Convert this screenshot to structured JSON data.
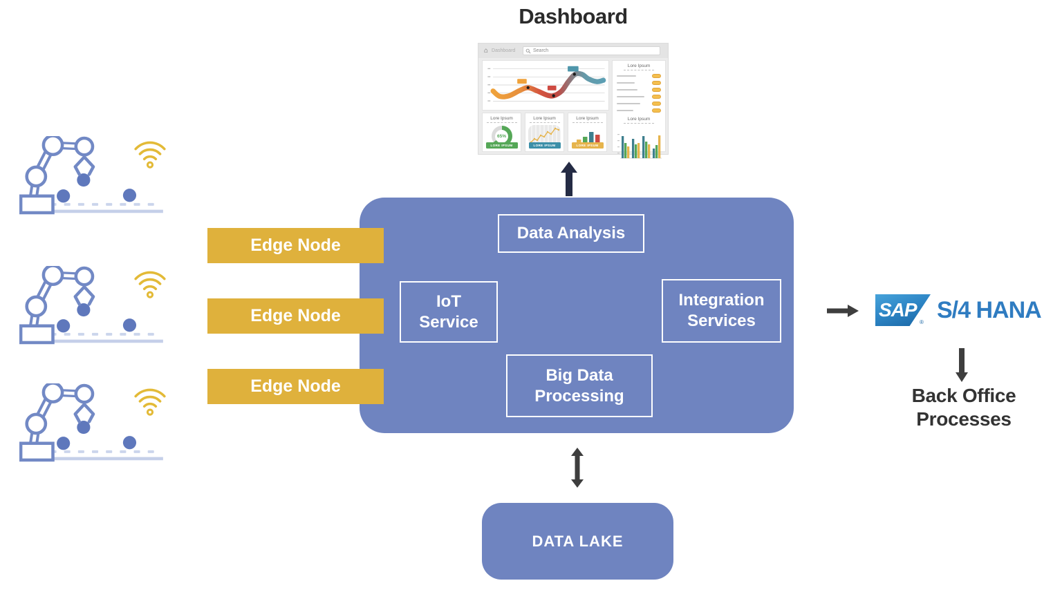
{
  "page": {
    "title": "Dashboard"
  },
  "diagram": {
    "edge_nodes": [
      {
        "label": "Edge Node"
      },
      {
        "label": "Edge Node"
      },
      {
        "label": "Edge Node"
      }
    ],
    "platform": {
      "data_analysis": "Data Analysis",
      "iot_lines": [
        "IoT",
        "Service"
      ],
      "integration_lines": [
        "Integration",
        "Services"
      ],
      "bigdata_lines": [
        "Big Data",
        "Processing"
      ]
    },
    "data_lake": {
      "label": "DATA LAKE"
    },
    "sap": {
      "logo_text": "SAP",
      "product_text": "S/4 HANA",
      "registered": "®"
    },
    "back_office": {
      "line1": "Back Office",
      "line2": "Processes"
    }
  },
  "dashboard_mock": {
    "nav_label": "Dashboard",
    "search_label": "Search",
    "right_panel": {
      "list_title": "Lore Ipsum",
      "chart_title": "Lore Ipsum",
      "list_rows": 6
    },
    "cards": [
      {
        "title": "Lore Ipsum",
        "value": "65%",
        "button": "LORE IPSUM"
      },
      {
        "title": "Lore Ipsum",
        "button": "LORE IPSUM"
      },
      {
        "title": "Lore Ipsum",
        "button": "LORE IPSUM"
      }
    ]
  },
  "colors": {
    "platform_blue": "#6F84C0",
    "edge_node_yellow": "#DFB13C",
    "arrow_dark": "#3E3E3E",
    "arrow_navy": "#242B44",
    "robot_blue": "#7289C5",
    "ball_blue": "#5F78BC",
    "conveyor_blue": "#C5CFE9",
    "wifi_yellow": "#E3BA37",
    "sap_blue": "#2F7CC1",
    "mock_orange": "#EFA23B",
    "mock_red": "#CE4A41",
    "mock_teal": "#4E96AB",
    "mock_tealdark": "#3E7F8E",
    "mock_green": "#55A757",
    "mock_yellow": "#E6B44C",
    "mock_btn_blue": "#3C8FA8",
    "mock_bar_red": "#CC4B42"
  },
  "chart_data": [
    {
      "type": "line",
      "name": "main-ribbon",
      "points": [
        [
          14,
          45
        ],
        [
          24,
          53
        ],
        [
          38,
          52
        ],
        [
          54,
          44
        ],
        [
          66,
          40
        ],
        [
          80,
          45
        ],
        [
          94,
          51
        ],
        [
          104,
          52
        ],
        [
          116,
          45
        ],
        [
          126,
          31
        ],
        [
          136,
          20
        ],
        [
          146,
          20
        ],
        [
          156,
          27
        ],
        [
          168,
          31
        ],
        [
          178,
          29
        ]
      ],
      "markers": [
        [
          66,
          40
        ],
        [
          104,
          52
        ],
        [
          135,
          20
        ]
      ],
      "gridlines_y": [
        12,
        24,
        36,
        48,
        60
      ],
      "gradient_stops": [
        [
          0,
          "#EFA23B"
        ],
        [
          25,
          "#E78F3D"
        ],
        [
          42,
          "#D4543F"
        ],
        [
          58,
          "#C04A44"
        ],
        [
          70,
          "#8C7B7F"
        ],
        [
          82,
          "#659AA9"
        ],
        [
          100,
          "#5C9FB4"
        ]
      ]
    },
    {
      "type": "bar",
      "name": "side-grouped-bars",
      "categories": [
        "g1",
        "g2",
        "g3",
        "g4"
      ],
      "series": [
        {
          "name": "teal",
          "color": "#3E7F8E",
          "values": [
            32,
            28,
            32,
            14
          ]
        },
        {
          "name": "green",
          "color": "#55A757",
          "values": [
            22,
            20,
            24,
            19
          ]
        },
        {
          "name": "yellow",
          "color": "#E6B44C",
          "values": [
            17,
            22,
            20,
            33
          ]
        }
      ]
    },
    {
      "type": "donut",
      "name": "card-donut",
      "value": 65,
      "color": "#55A757",
      "track": "#DBDBDB"
    },
    {
      "type": "line",
      "name": "card-line",
      "color": "#E6B44C",
      "points": [
        [
          4,
          25
        ],
        [
          9,
          20
        ],
        [
          13,
          22
        ],
        [
          18,
          15
        ],
        [
          23,
          17
        ],
        [
          28,
          10
        ],
        [
          33,
          13
        ],
        [
          39,
          5
        ],
        [
          44,
          7
        ]
      ]
    },
    {
      "type": "bar",
      "name": "card-bars",
      "values": [
        10,
        14,
        21,
        17
      ],
      "colors": [
        "#E6B44C",
        "#55A757",
        "#3E7F8E",
        "#CC4B42"
      ]
    }
  ]
}
